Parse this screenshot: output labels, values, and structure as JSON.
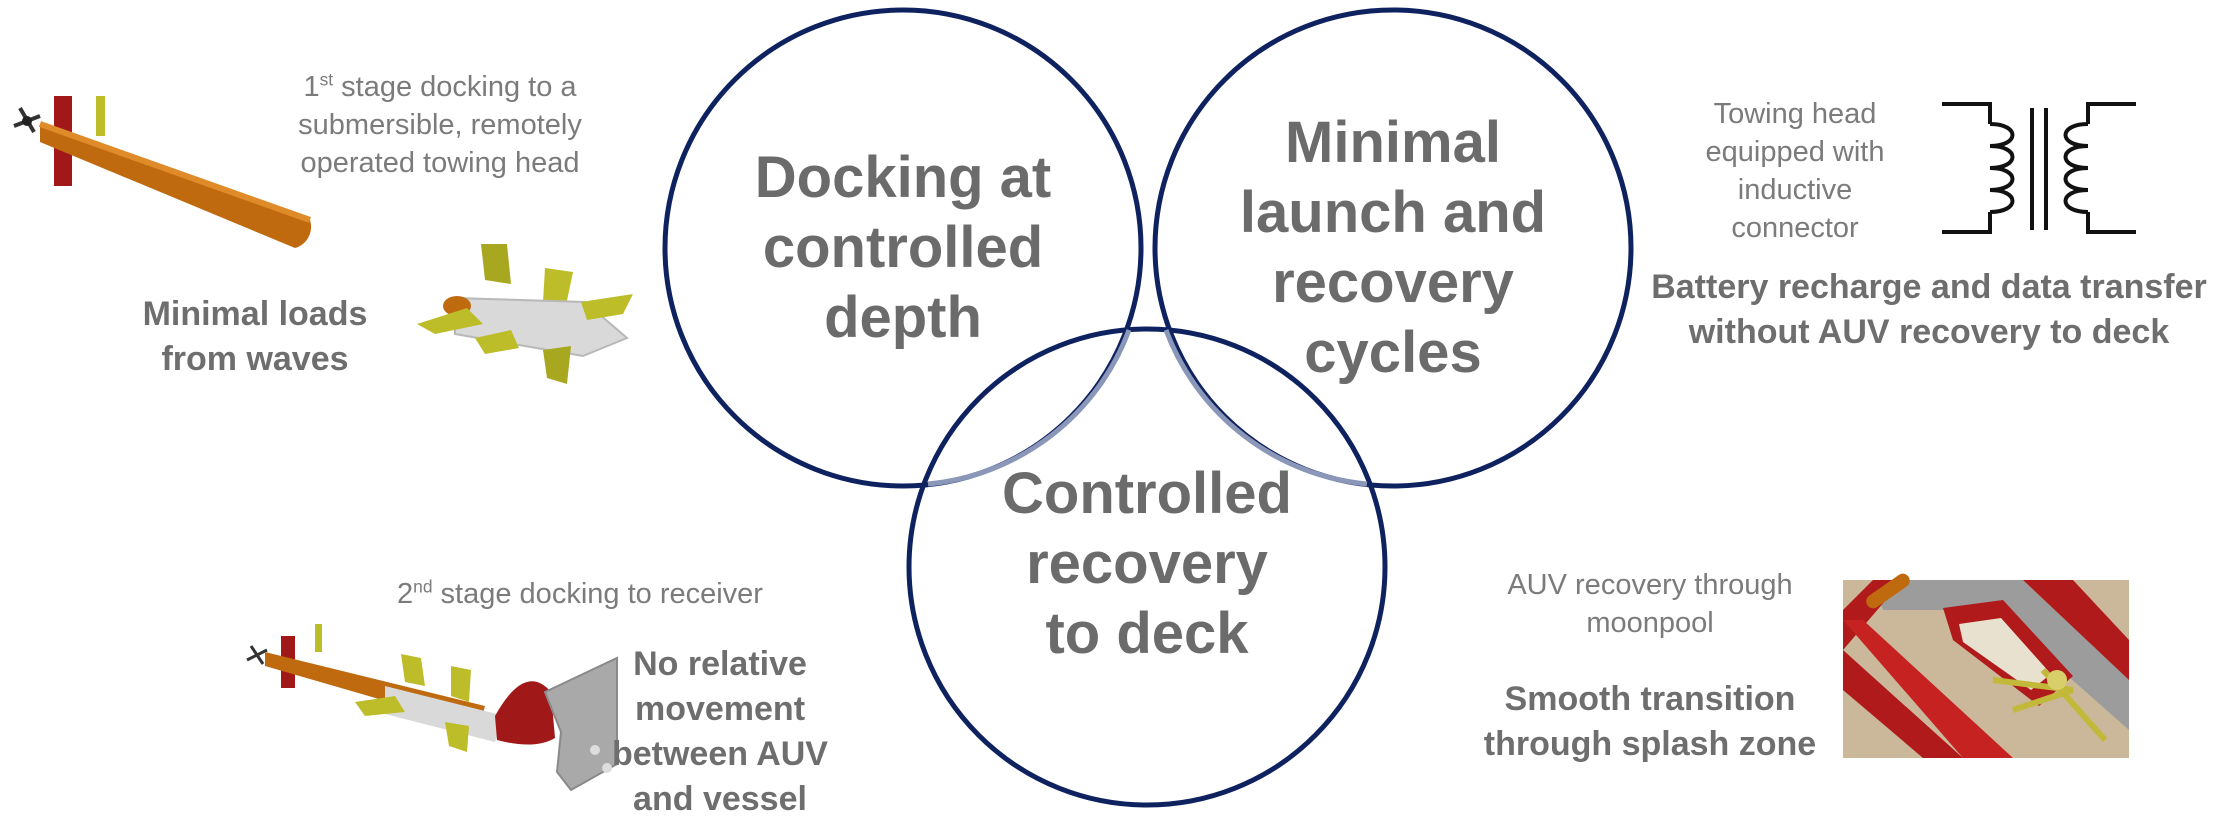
{
  "colors": {
    "circle_stroke": "#0f2260",
    "overlap_stroke": "#8a97b8",
    "text_gray": "#6b6b6b",
    "auv_orange": "#c06a10",
    "fin_yellow": "#bdbd2a",
    "hull_red": "#a11818"
  },
  "circles": [
    {
      "id": "docking",
      "label": "Docking at controlled depth",
      "lines": [
        "Docking at",
        "controlled",
        "depth"
      ]
    },
    {
      "id": "launch",
      "label": "Minimal launch and recovery cycles",
      "lines": [
        "Minimal",
        "launch and",
        "recovery",
        "cycles"
      ]
    },
    {
      "id": "recovery",
      "label": "Controlled recovery to deck",
      "lines": [
        "Controlled",
        "recovery",
        "to deck"
      ]
    }
  ],
  "left_top": {
    "stage_num": "1",
    "stage_sup": "st",
    "stage_rest": " stage docking to a",
    "line2": "submersible, remotely",
    "line3": "operated towing head",
    "benefit_lines": [
      "Minimal loads",
      "from waves"
    ]
  },
  "left_bottom": {
    "stage_num": "2",
    "stage_sup": "nd",
    "stage_rest": " stage docking to receiver",
    "benefit_lines": [
      "No relative",
      "movement",
      "between AUV",
      "and vessel"
    ]
  },
  "right_top": {
    "caption_lines": [
      "Towing head",
      "equipped with",
      "inductive",
      "connector"
    ],
    "benefit_lines": [
      "Battery recharge and data transfer",
      "without AUV recovery to deck"
    ],
    "icon": "inductive-transformer-icon"
  },
  "right_bottom": {
    "caption_lines": [
      "AUV recovery through",
      "moonpool"
    ],
    "benefit_lines": [
      "Smooth transition",
      "through splash zone"
    ]
  }
}
